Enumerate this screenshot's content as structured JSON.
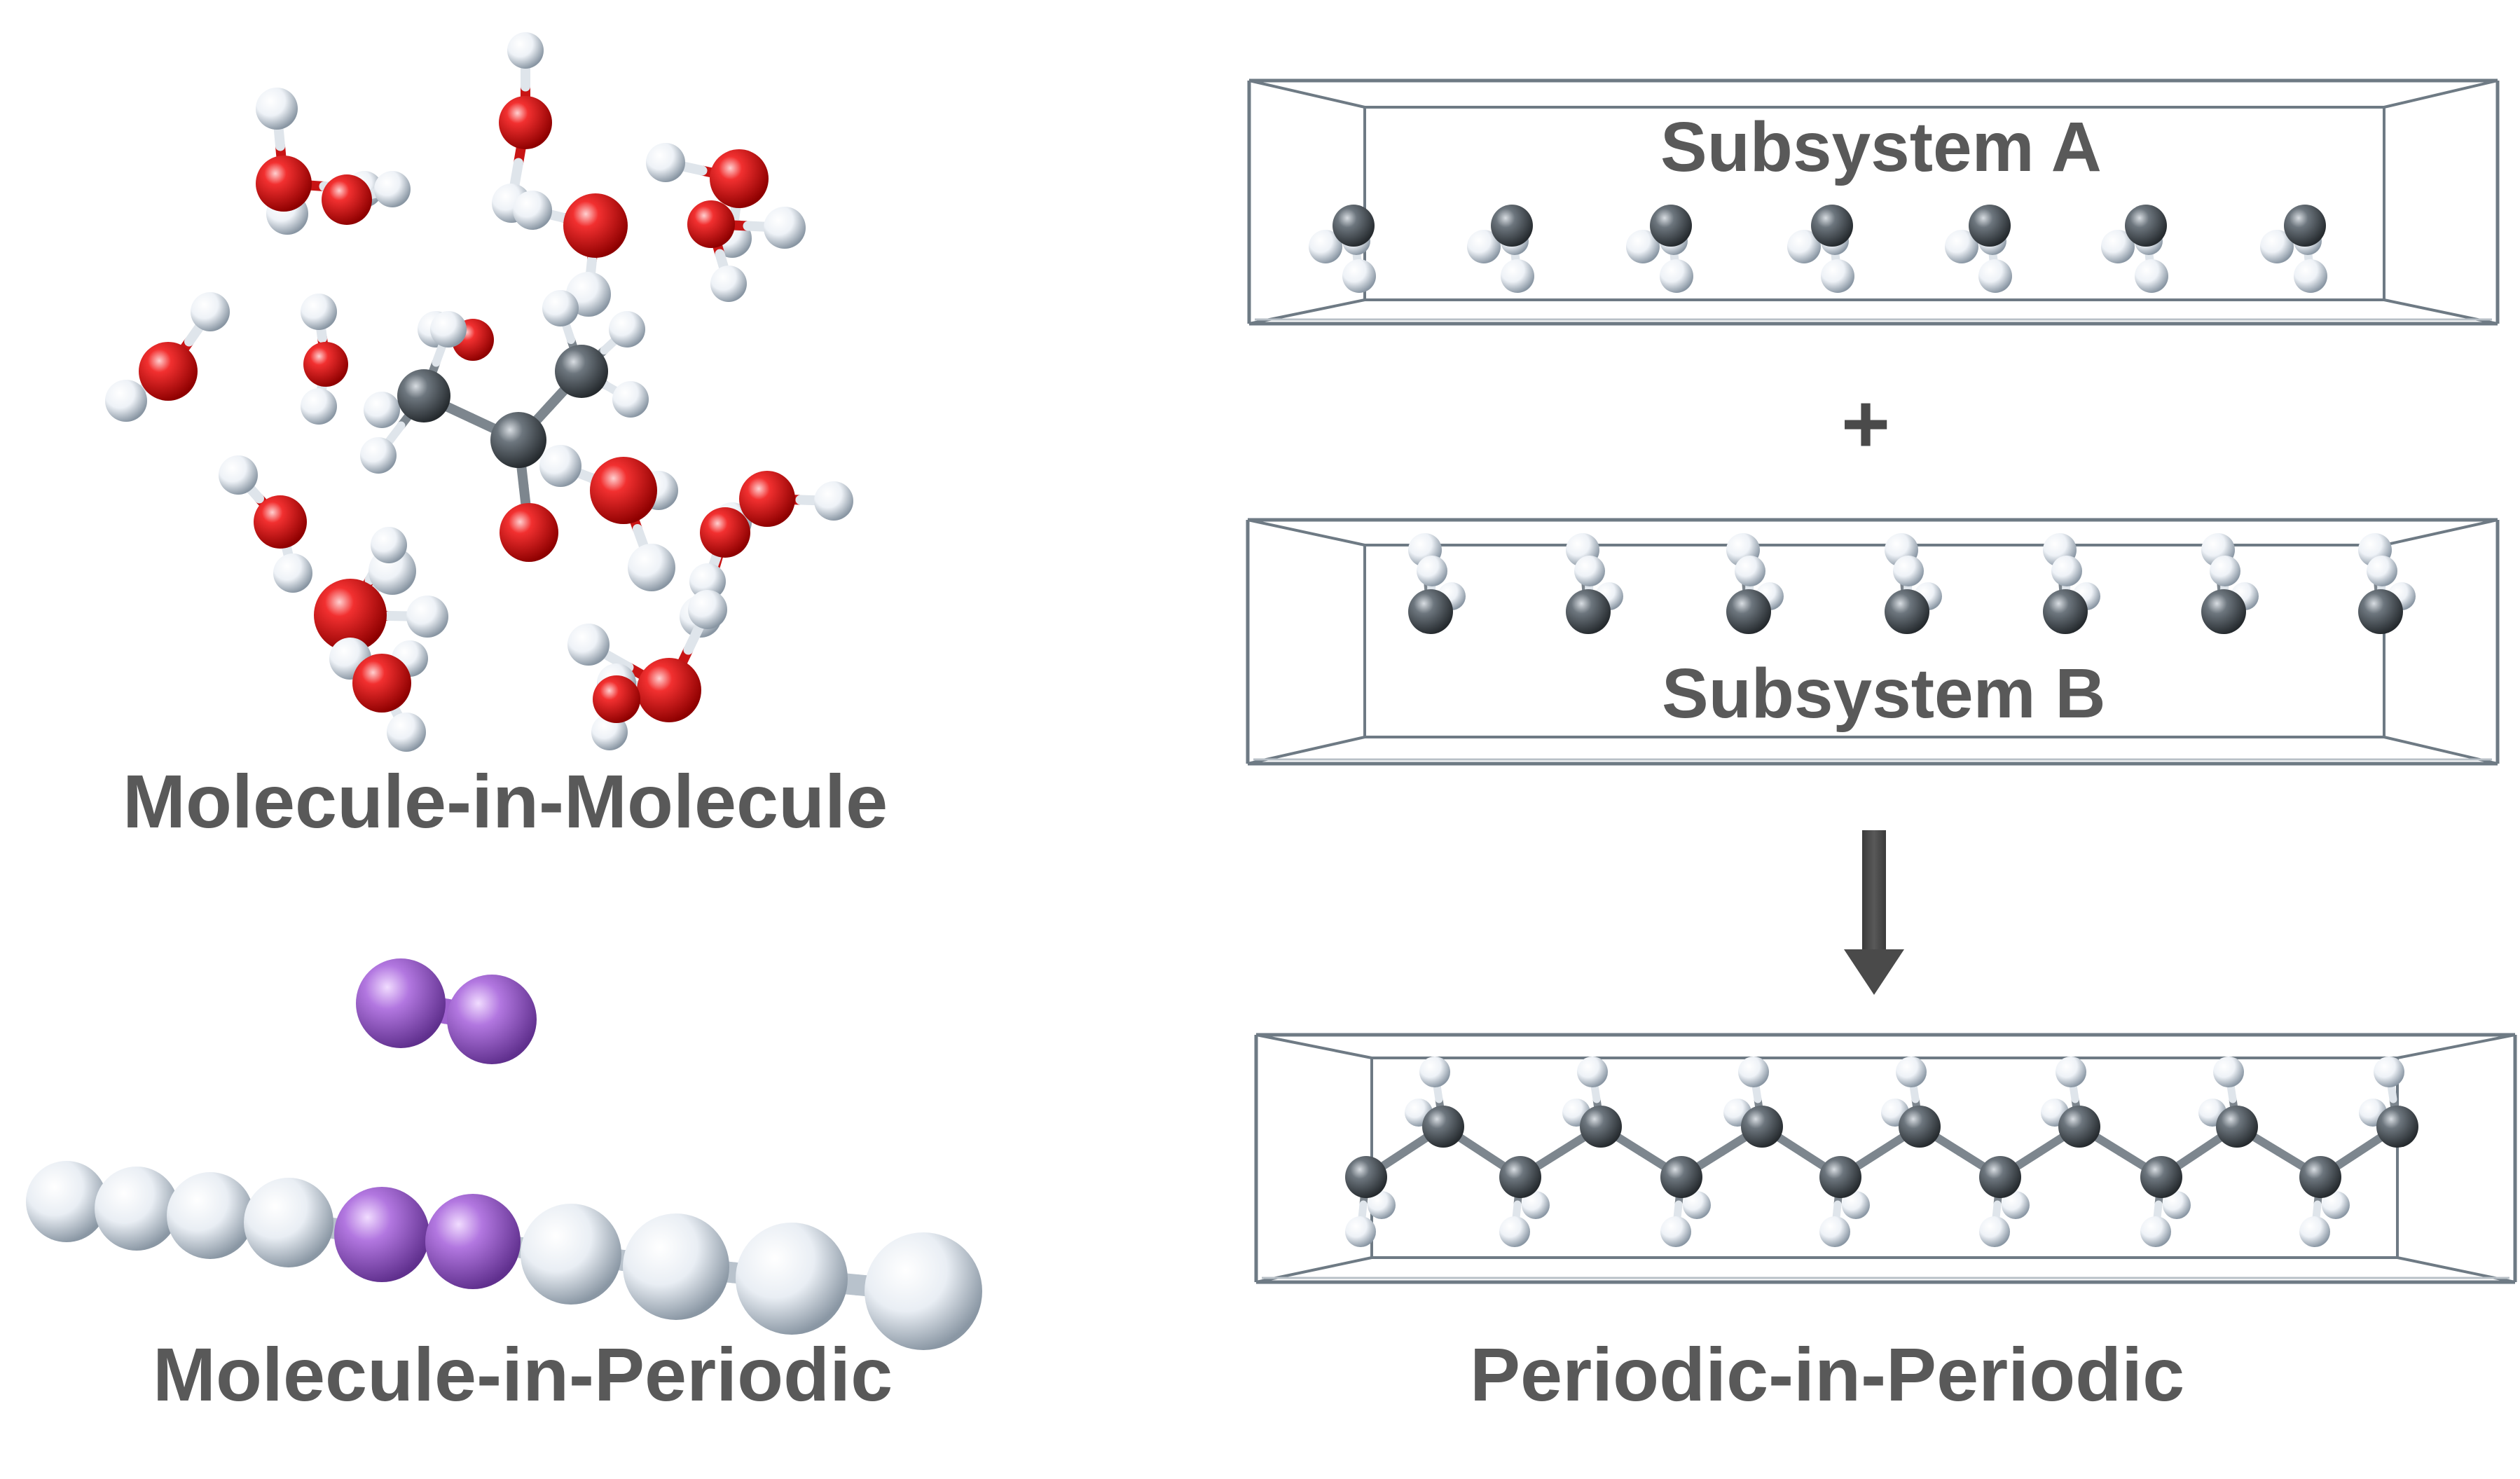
{
  "panels": {
    "molecule_in_molecule": {
      "caption": "Molecule-in-Molecule"
    },
    "molecule_in_periodic": {
      "caption": "Molecule-in-Periodic"
    },
    "periodic_in_periodic": {
      "caption": "Periodic-in-Periodic",
      "subsystem_a": "Subsystem A",
      "subsystem_b": "Subsystem B",
      "combine_symbol": "+"
    }
  },
  "colors": {
    "oxygen": "#e01818",
    "hydrogen": "#f2f6fa",
    "carbon": "#6c757c",
    "alkali_dimer": "#a860d8",
    "periodic_chain": "#e8eef4",
    "cell_edge": "#6e7a84",
    "label_text": "#595959"
  }
}
